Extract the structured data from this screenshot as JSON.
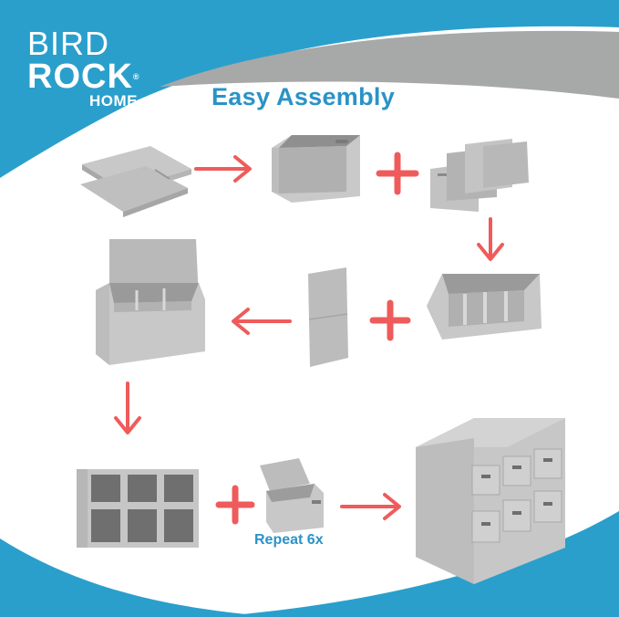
{
  "brand": {
    "line1": "BIRD",
    "line2": "ROCK",
    "registered": "®",
    "line3": "HOME"
  },
  "heading": "Easy Assembly",
  "repeat_note": "Repeat 6x",
  "colors": {
    "brand_blue": "#2a9fcc",
    "heading_blue": "#2a93c6",
    "corner_gray": "#a7a8a8",
    "arrow_red": "#ef5b5b",
    "fabric_light": "#c9c9c9",
    "fabric_mid": "#b5b5b5",
    "fabric_dark": "#9c9c9c"
  },
  "icons": [
    "right-arrow-icon",
    "down-arrow-icon",
    "left-arrow-icon",
    "plus-icon"
  ]
}
